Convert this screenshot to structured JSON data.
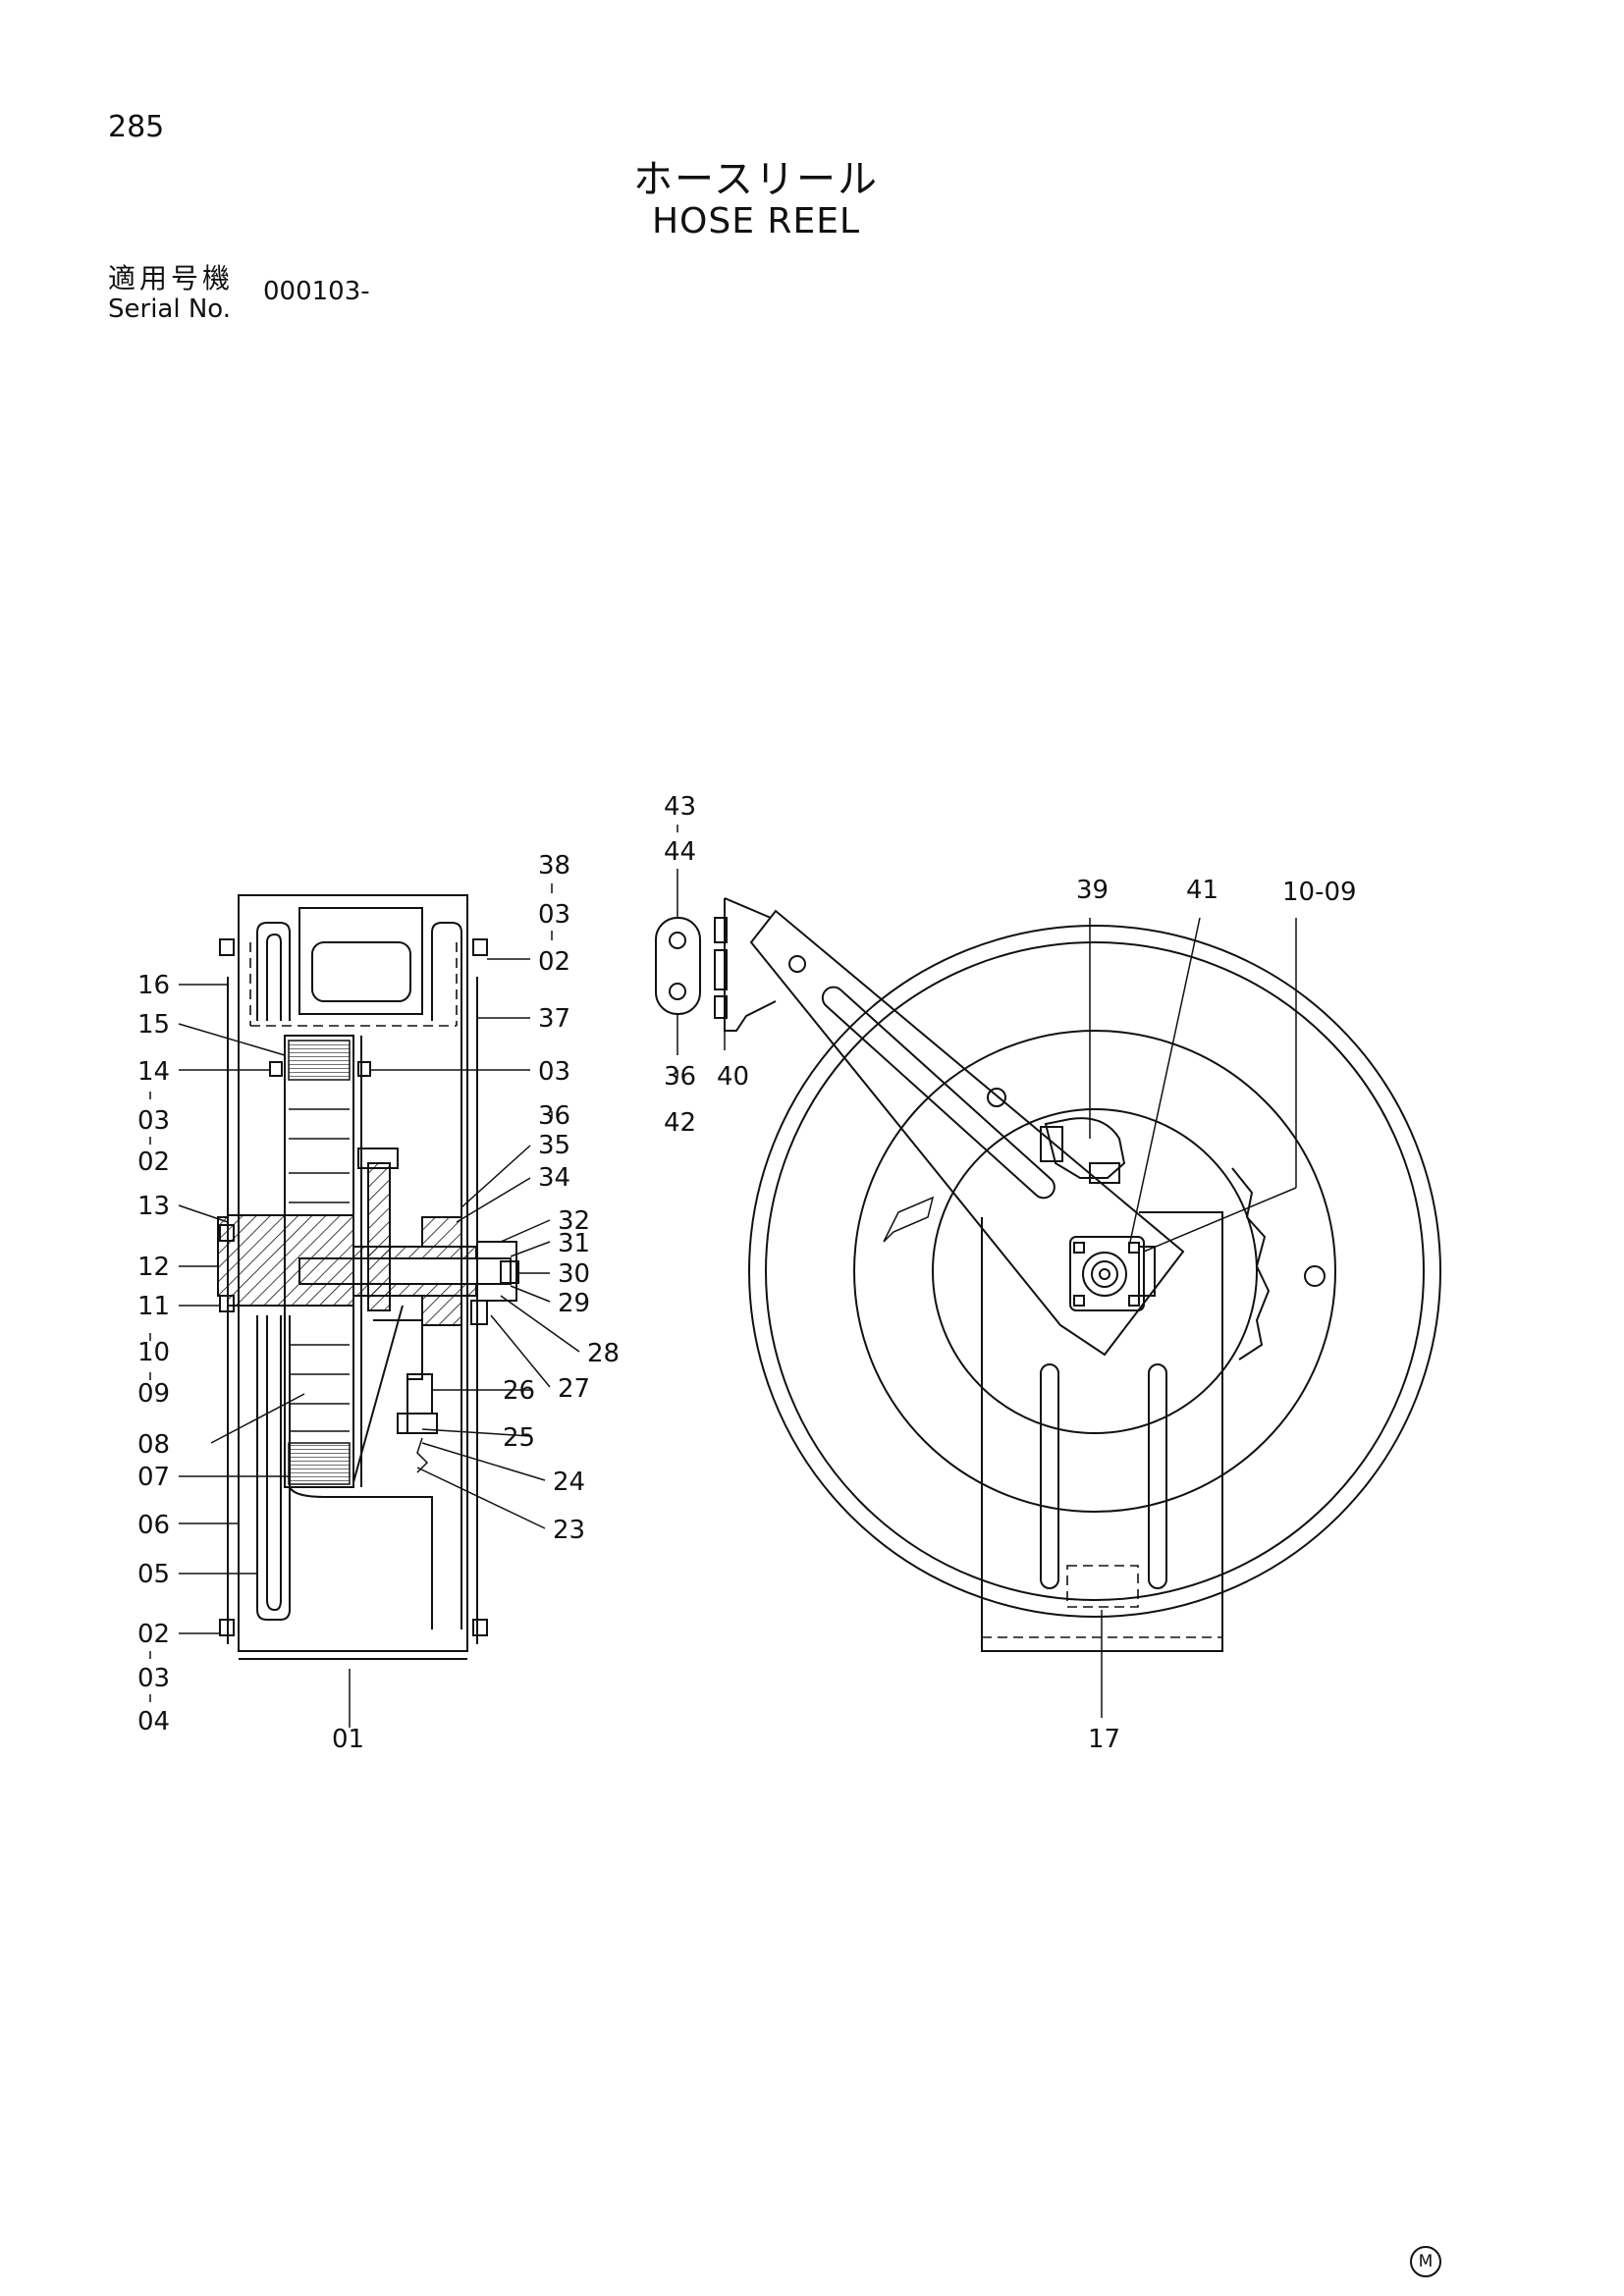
{
  "page": {
    "number": "285"
  },
  "title": {
    "japanese": "ホースリール",
    "english": "HOSE REEL"
  },
  "serial": {
    "label_jp": "適用号機",
    "label_en": "Serial No.",
    "value": "000103-"
  },
  "maker_mark": "M",
  "callouts": {
    "left_view": [
      "38",
      "03",
      "02",
      "16",
      "37",
      "15",
      "14",
      "03",
      "36",
      "03",
      "02",
      "35",
      "34",
      "13",
      "32",
      "31",
      "12",
      "30",
      "29",
      "11",
      "10",
      "28",
      "09",
      "27",
      "26",
      "25",
      "08",
      "07",
      "24",
      "23",
      "06",
      "05",
      "02",
      "03",
      "04",
      "01",
      "02"
    ],
    "arm_bracket": [
      "43",
      "44",
      "36",
      "42",
      "40"
    ],
    "front_view": [
      "39",
      "41",
      "10-09",
      "17"
    ]
  }
}
